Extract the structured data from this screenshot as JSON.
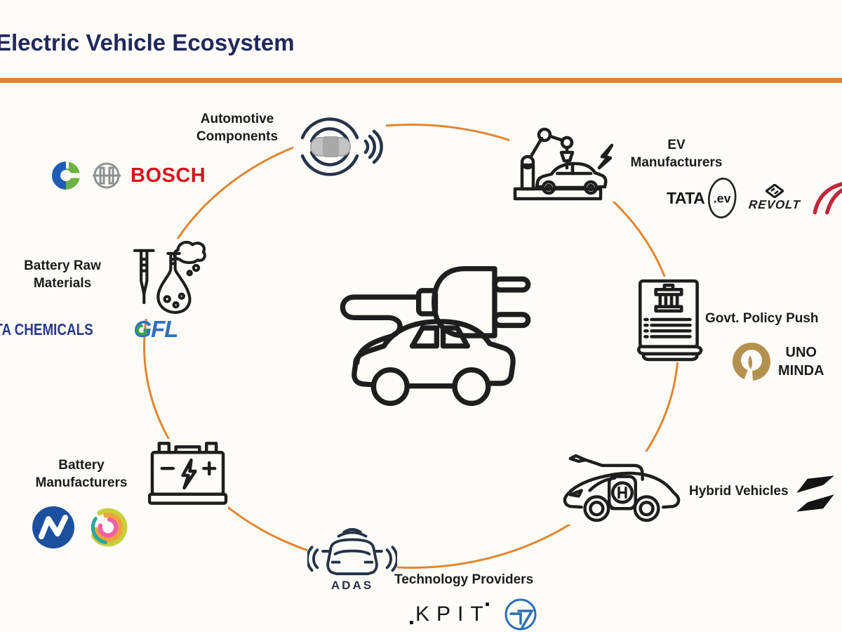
{
  "title": "Electric Vehicle Ecosystem",
  "colors": {
    "accent_orange": "#E0812F",
    "title_navy": "#20285C",
    "bosch_red": "#D6121B",
    "icon_ink": "#1E1E1E",
    "radar_navy": "#263349"
  },
  "center": {
    "icon": "electric-car-with-plug"
  },
  "nodes": {
    "automotive": {
      "line1": "Automotive",
      "line2": "Components"
    },
    "ev_manufacturers": {
      "line1": "EV",
      "line2": "Manufacturers"
    },
    "govt_policy": {
      "label": "Govt. Policy Push"
    },
    "hybrid": {
      "label": "Hybrid Vehicles"
    },
    "technology": {
      "label": "Technology Providers"
    },
    "battery_manufacturers": {
      "line1": "Battery",
      "line2": "Manufacturers"
    },
    "battery_raw_materials": {
      "line1": "Battery Raw",
      "line2": "Materials"
    }
  },
  "captions": {
    "adas": "ADAS",
    "hydrogen": "H"
  },
  "logos": {
    "bosch": "BOSCH",
    "tata": "TATA",
    "tata_ev": ".ev",
    "revolt": "REVOLT",
    "uno": "UNO",
    "minda": "MINDA",
    "kpit": "KPIT",
    "lnt_l": "L",
    "lnt_t": "T",
    "tata_chemicals": "TATA CHEMICALS",
    "gfl": "GFL"
  }
}
